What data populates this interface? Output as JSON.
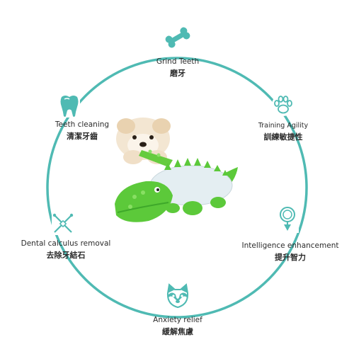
{
  "features": [
    {
      "en": "Grind Teeth",
      "zh": "磨牙",
      "icon": "bone-icon"
    },
    {
      "en": "Training Agility",
      "zh": "訓練敏捷性",
      "icon": "paw-icon"
    },
    {
      "en": "Intelligence enhancement",
      "zh": "提升智力",
      "icon": "collar-tag-icon"
    },
    {
      "en": "Anxiety relief",
      "zh": "緩解焦慮",
      "icon": "dog-face-icon"
    },
    {
      "en": "Dental calculus removal",
      "zh": "去除牙結石",
      "icon": "dental-tool-icon"
    },
    {
      "en": "Teeth cleaning",
      "zh": "清潔牙齒",
      "icon": "tooth-icon"
    }
  ],
  "colors": {
    "ring": "#4fbab3",
    "icon": "#4fbab3",
    "toy_green": "#5cc93a",
    "toy_body": "#e4eef2"
  }
}
